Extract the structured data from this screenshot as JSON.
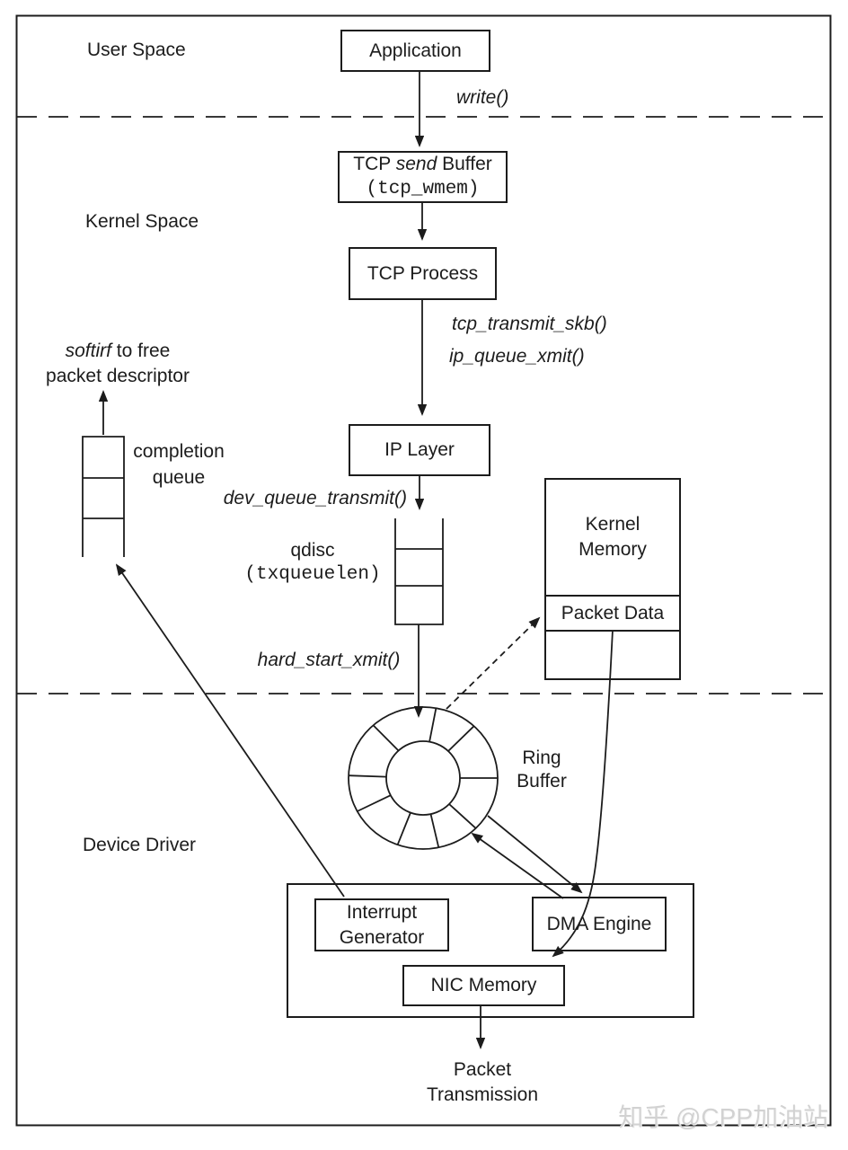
{
  "colors": {
    "ink": "#1c1c1c",
    "watermark": "#d2d2d2"
  },
  "sections": {
    "user_space": "User Space",
    "kernel_space": "Kernel Space",
    "device_driver": "Device Driver"
  },
  "boxes": {
    "application": "Application",
    "tcp_send_buffer": {
      "l1a": "TCP ",
      "l1b": "send",
      "l1c": " Buffer",
      "l2": "(tcp_wmem)"
    },
    "tcp_process": "TCP Process",
    "ip_layer": "IP Layer",
    "kernel_memory": {
      "l1": "Kernel",
      "l2": "Memory",
      "band": "Packet Data"
    },
    "nic": {
      "interrupt_generator_l1": "Interrupt",
      "interrupt_generator_l2": "Generator",
      "dma_engine": "DMA Engine",
      "nic_memory": "NIC Memory"
    }
  },
  "flow_labels": {
    "write": "write()",
    "tcp_transmit_skb": "tcp_transmit_skb()",
    "ip_queue_xmit": "ip_queue_xmit()",
    "dev_queue_transmit": "dev_queue_transmit()",
    "qdisc": "qdisc",
    "txqueuelen": "(txqueuelen)",
    "hard_start_xmit": "hard_start_xmit()"
  },
  "annotations": {
    "softirq_italic": "softirf",
    "softirq_rest": " to free",
    "softirq_line2": "packet descriptor",
    "completion_l1": "completion",
    "completion_l2": "queue",
    "ring_l1": "Ring",
    "ring_l2": "Buffer",
    "packet_tx_l1": "Packet",
    "packet_tx_l2": "Transmission"
  },
  "watermark": "知乎 @CPP加油站"
}
